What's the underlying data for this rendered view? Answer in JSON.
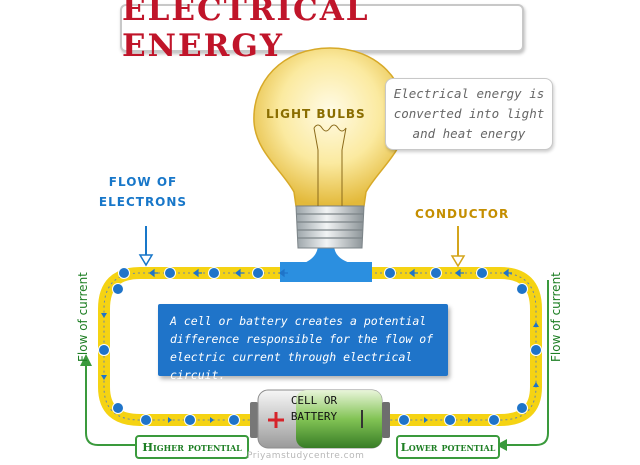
{
  "title": "ELECTRICAL ENERGY",
  "note": "Electrical energy is converted into light and heat energy",
  "labels": {
    "light_bulbs": "LIGHT BULBS",
    "flow_of_electrons": "FLOW OF ELECTRONS",
    "conductor": "CONDUCTOR",
    "flow_of_current": "Flow of current",
    "higher_potential": "Higher potential",
    "lower_potential": "Lower potential",
    "cell_or_battery": "CELL OR BATTERY"
  },
  "info": "A cell or battery creates a potential difference responsible for the flow of electric current through electrical circuit.",
  "watermark": "Priyamstudycentre.com",
  "colors": {
    "title": "#c0152a",
    "wire_yellow": "#f5d313",
    "wire_blue": "#2b8fe0",
    "info_bg": "#1f74c9",
    "current_green": "#3a9a3c",
    "electron_blue": "#1877c9"
  }
}
